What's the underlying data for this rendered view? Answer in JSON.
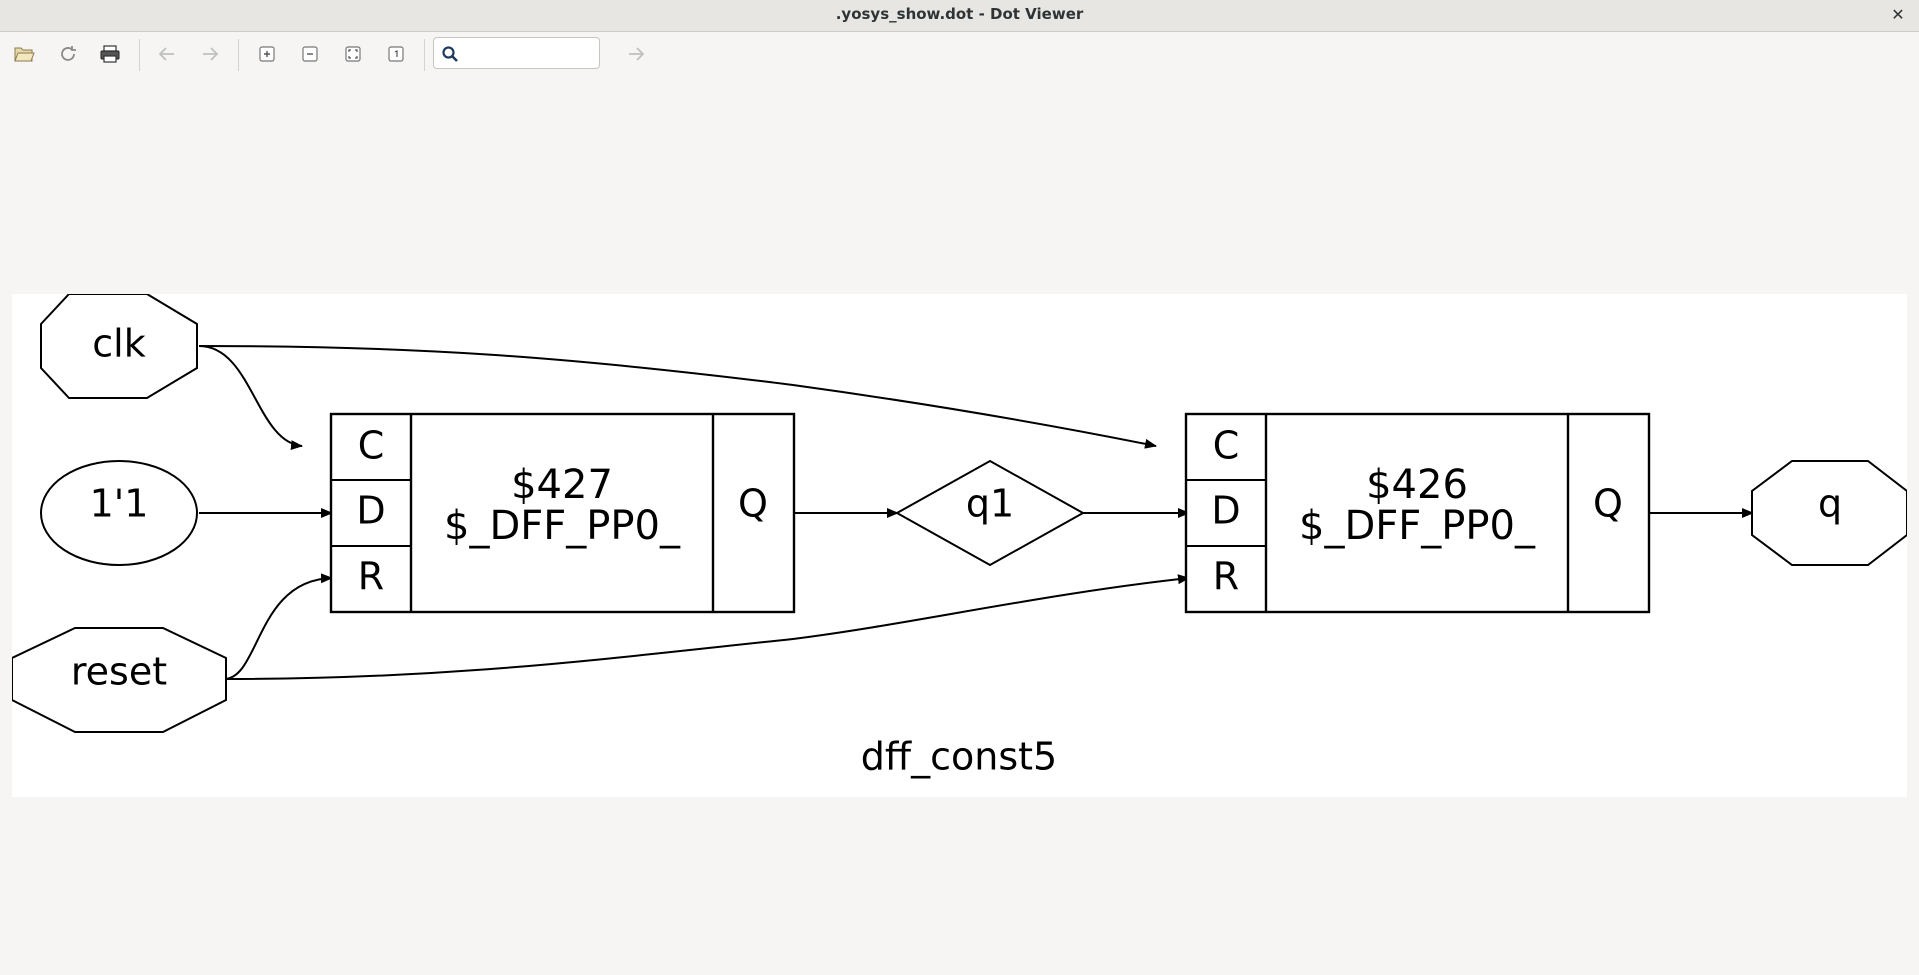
{
  "window": {
    "title": ".yosys_show.dot - Dot Viewer",
    "close_glyph": "✕"
  },
  "toolbar": {
    "buttons": [
      {
        "name": "open-file-button",
        "icon": "folder-open-icon",
        "enabled": true
      },
      {
        "name": "reload-button",
        "icon": "refresh-icon",
        "enabled": true
      },
      {
        "name": "print-button",
        "icon": "printer-icon",
        "enabled": true
      },
      {
        "name": "back-button",
        "icon": "arrow-left-icon",
        "enabled": false
      },
      {
        "name": "forward-button",
        "icon": "arrow-right-icon",
        "enabled": false
      },
      {
        "name": "zoom-in-button",
        "icon": "zoom-in-icon",
        "enabled": true
      },
      {
        "name": "zoom-out-button",
        "icon": "zoom-out-icon",
        "enabled": true
      },
      {
        "name": "zoom-fit-button",
        "icon": "zoom-fit-icon",
        "enabled": true
      },
      {
        "name": "zoom-100-button",
        "icon": "zoom-original-icon",
        "enabled": true
      },
      {
        "name": "find-next-button",
        "icon": "arrow-right-icon",
        "enabled": false
      }
    ],
    "search": {
      "value": "",
      "placeholder": "",
      "icon": "search-icon"
    }
  },
  "graph": {
    "label": "dff_const5",
    "nodes": {
      "clk": {
        "label": "clk",
        "shape": "octagon"
      },
      "const": {
        "label": "1'1",
        "shape": "ellipse"
      },
      "reset": {
        "label": "reset",
        "shape": "octagon"
      },
      "q1": {
        "label": "q1",
        "shape": "diamond"
      },
      "q": {
        "label": "q",
        "shape": "octagon"
      }
    },
    "cells": [
      {
        "id": "$427",
        "type": "$_DFF_PP0_",
        "inputs": [
          "C",
          "D",
          "R"
        ],
        "output": "Q"
      },
      {
        "id": "$426",
        "type": "$_DFF_PP0_",
        "inputs": [
          "C",
          "D",
          "R"
        ],
        "output": "Q"
      }
    ]
  },
  "colors": {
    "background": "#f6f5f4",
    "canvas": "#ffffff",
    "stroke": "#000000",
    "icon_enabled": "#5a5a5a",
    "icon_disabled": "#bdbdbd"
  }
}
